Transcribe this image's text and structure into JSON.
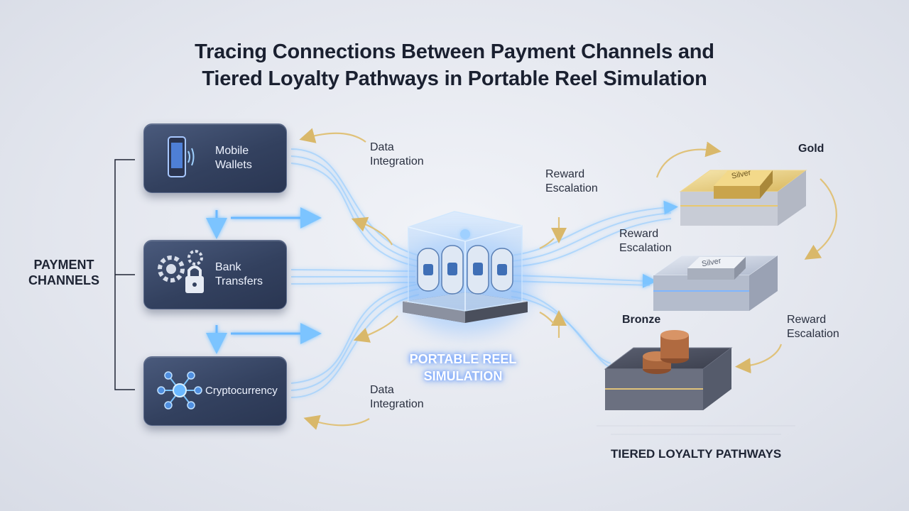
{
  "title": {
    "line1": "Tracing Connections Between Payment Channels and",
    "line2": "Tiered Loyalty Pathways in Portable Reel Simulation"
  },
  "payment_channels": {
    "heading_line1": "PAYMENT",
    "heading_line2": "CHANNELS",
    "items": [
      {
        "line1": "Mobile",
        "line2": "Wallets",
        "icon": "smartphone-nfc-icon"
      },
      {
        "line1": "Bank",
        "line2": "Transfers",
        "icon": "gear-lock-icon"
      },
      {
        "line1": "Cryptocurrency",
        "line2": "",
        "icon": "network-nodes-icon"
      }
    ]
  },
  "flow_labels": {
    "data_integration_top": {
      "line1": "Data",
      "line2": "Integration"
    },
    "data_integration_bottom": {
      "line1": "Data",
      "line2": "Integration"
    },
    "reward_escalation_1": {
      "line1": "Reward",
      "line2": "Escalation"
    },
    "reward_escalation_2": {
      "line1": "Reward",
      "line2": "Escalation"
    },
    "reward_escalation_3": {
      "line1": "Reward",
      "line2": "Escalation"
    }
  },
  "core": {
    "line1": "PORTABLE REEL",
    "line2": "SIMULATION"
  },
  "tiers": {
    "gold_label": "Gold",
    "gold_bar_text": "Silver",
    "silver_bar_text": "Silver",
    "bronze_label": "Bronze",
    "heading": "TIERED LOYALTY PATHWAYS"
  },
  "colors": {
    "channel_box": "#3a4868",
    "glow": "#6ab8ff",
    "arrow_gold": "#e0c27a",
    "gold": "#e2c46a",
    "silver": "#b8c0d0",
    "bronze": "#b0724a"
  }
}
